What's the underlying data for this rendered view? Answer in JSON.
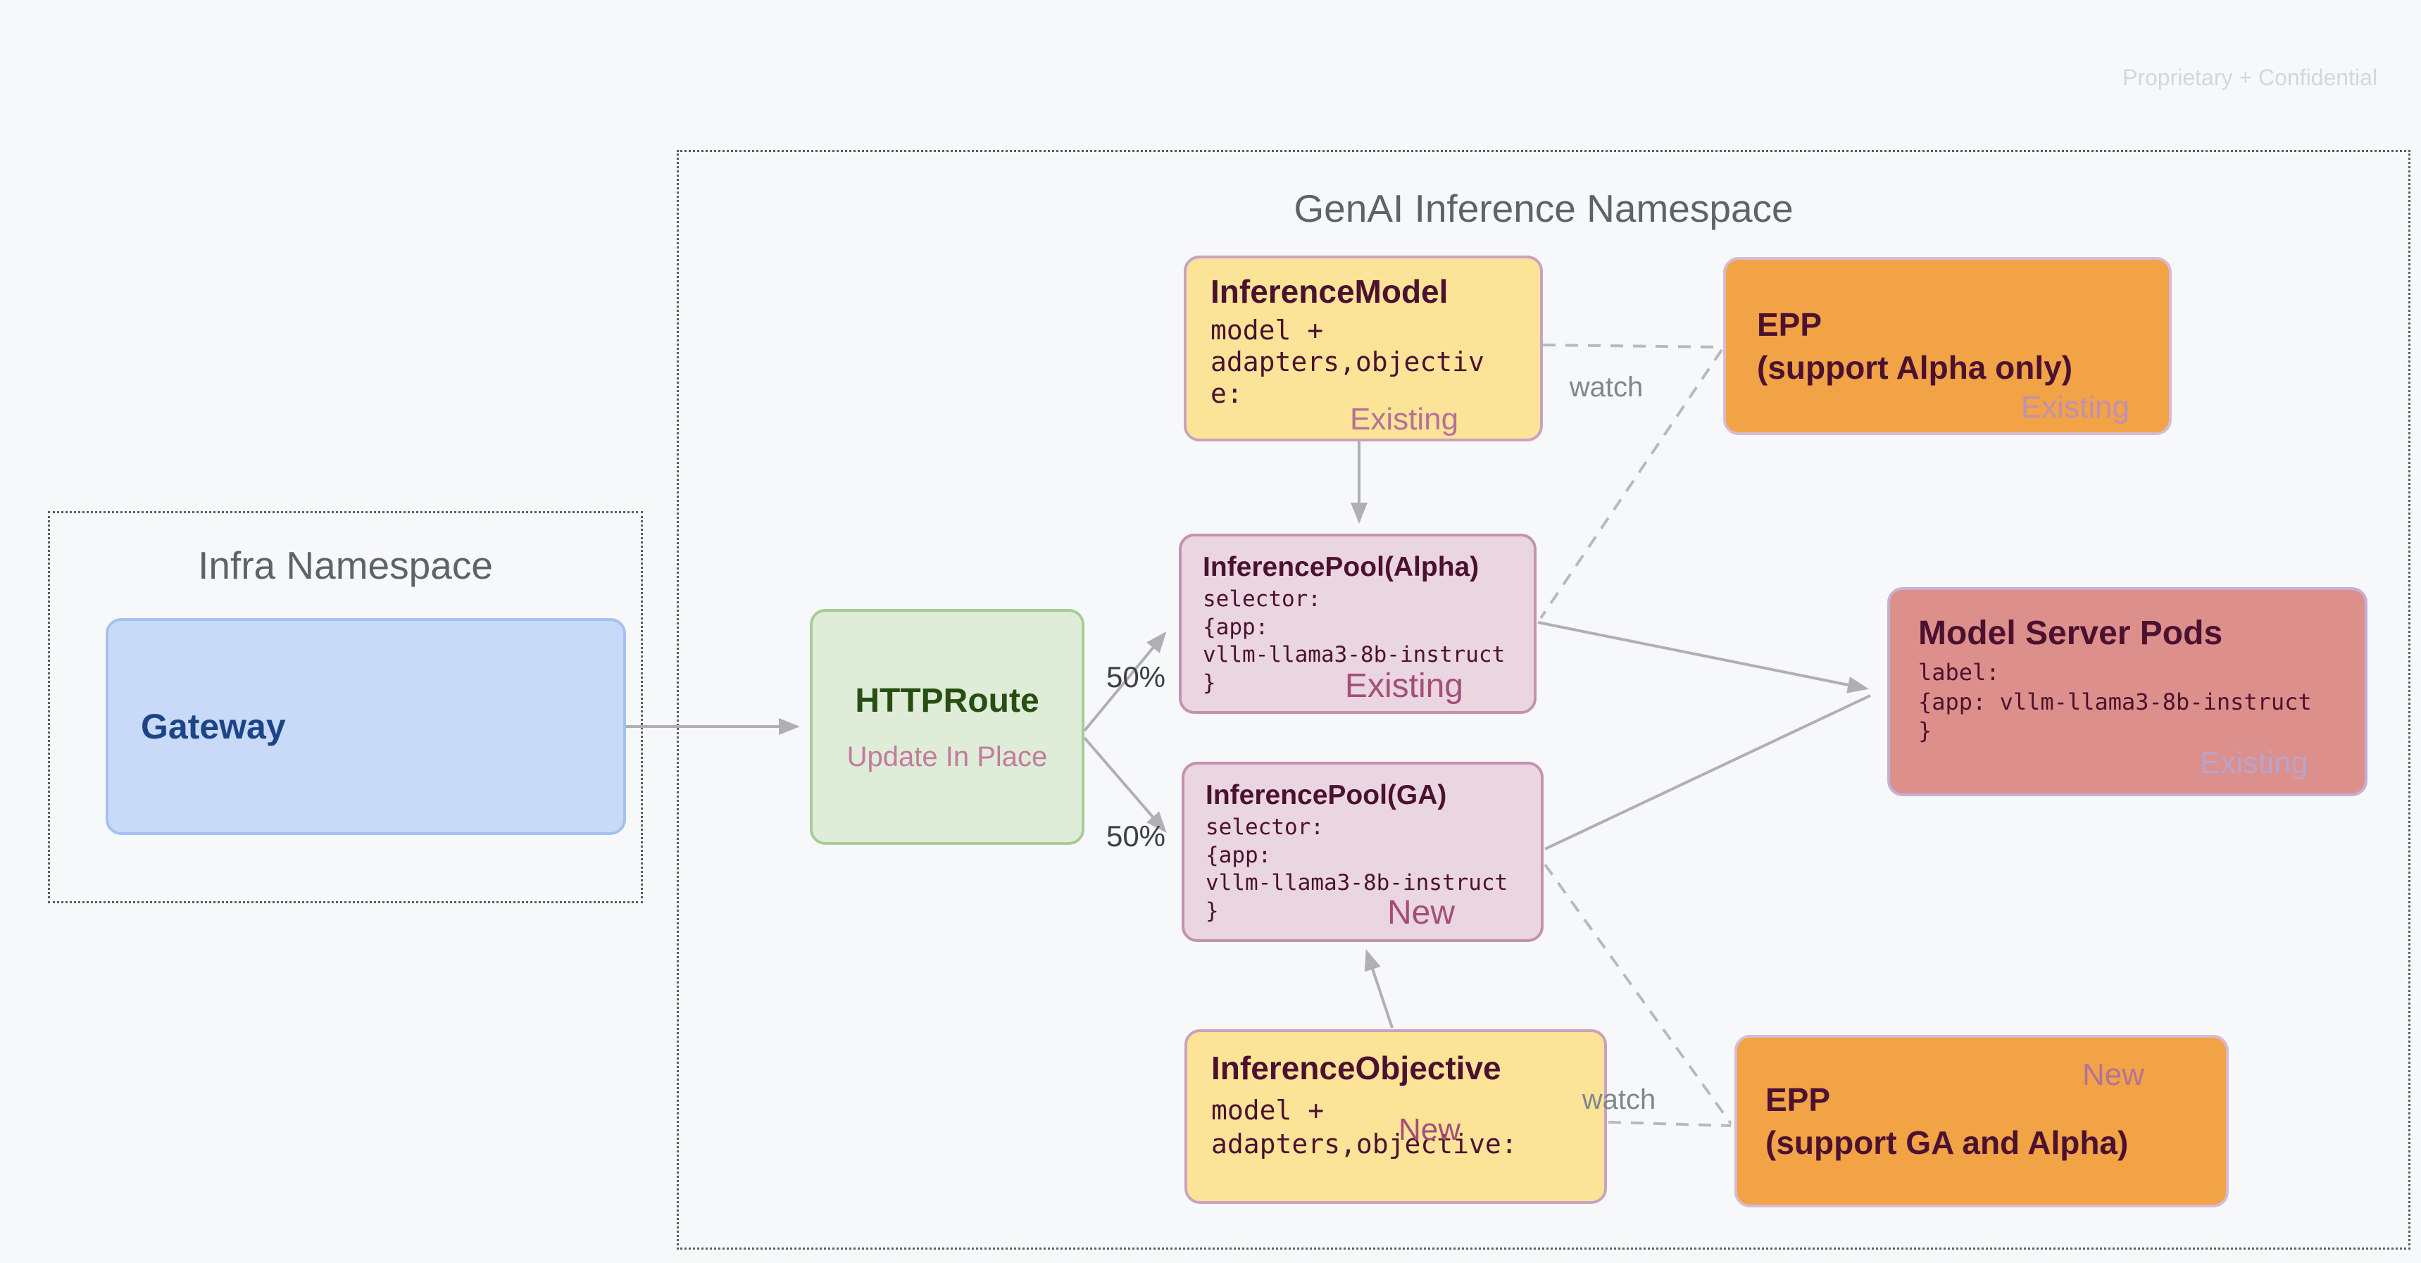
{
  "page": {
    "watermark": "Proprietary + Confidential"
  },
  "namespaces": {
    "infra": {
      "title": "Infra Namespace"
    },
    "genai": {
      "title": "GenAI Inference Namespace"
    }
  },
  "nodes": {
    "gateway": {
      "title": "Gateway"
    },
    "httproute": {
      "title": "HTTPRoute",
      "subtitle": "Update In Place"
    },
    "inference_model": {
      "title": "InferenceModel",
      "body": "model +\nadapters,objectiv\ne:",
      "tag": "Existing"
    },
    "epp_alpha": {
      "title": "EPP\n(support Alpha only)",
      "tag": "Existing"
    },
    "pool_alpha": {
      "title": "InferencePool(Alpha)",
      "body": "selector:\n{app:\nvllm-llama3-8b-instruct\n}",
      "tag": "Existing"
    },
    "pool_ga": {
      "title": "InferencePool(GA)",
      "body": "selector:\n{app:\nvllm-llama3-8b-instruct\n}",
      "tag": "New"
    },
    "model_server_pods": {
      "title": "Model Server Pods",
      "body": "label:\n{app: vllm-llama3-8b-instruct\n}",
      "tag": "Existing"
    },
    "inference_objective": {
      "title": "InferenceObjective",
      "body": "model +\nadapters,objective:",
      "tag": "New"
    },
    "epp_ga": {
      "title": "EPP\n(support GA and Alpha)",
      "tag": "New"
    }
  },
  "edges": {
    "split_top_label": "50%",
    "split_bottom_label": "50%",
    "watch_top_label": "watch",
    "watch_bottom_label": "watch"
  },
  "colors": {
    "background": "#f7f8fa",
    "connector_gray": "#afafb5",
    "dashed_gray": "#b8b9bd",
    "yellow_node": "#fbe398",
    "orange_node": "#f1a345",
    "pink_pool": "#ead6e0",
    "salmon_pods": "#dd8f8b",
    "blue_gateway": "#c8daf7",
    "green_route": "#dfecd7",
    "maroon_text": "#4c1130",
    "mauve_tag": "#a64d79"
  }
}
